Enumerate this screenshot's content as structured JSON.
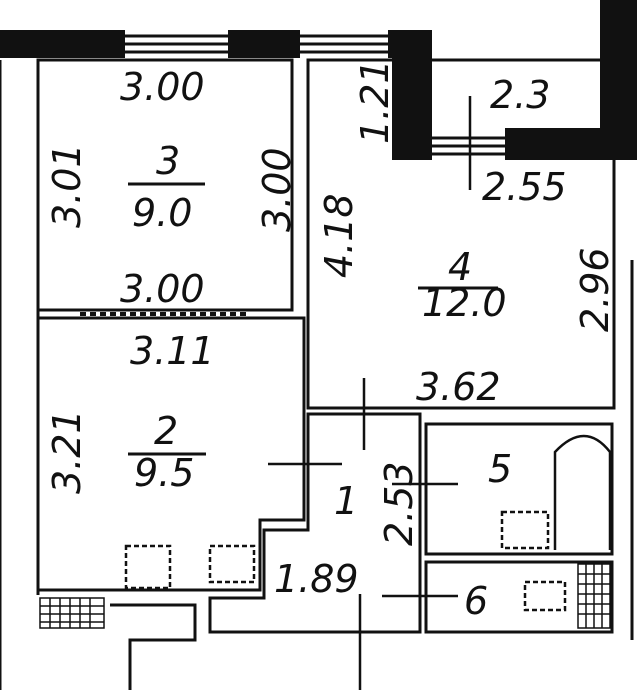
{
  "colors": {
    "ink": "#111111",
    "paper": "#ffffff"
  },
  "rooms": [
    {
      "number": "3",
      "area": "9.0"
    },
    {
      "number": "2",
      "area": "9.5"
    },
    {
      "number": "4",
      "area": "12.0"
    },
    {
      "number": "1"
    },
    {
      "number": "5"
    },
    {
      "number": "6"
    }
  ],
  "dimensions": {
    "room3_top": "3.00",
    "room3_left": "3.01",
    "room3_right": "3.00",
    "room3_bottom": "3.00",
    "room2_top": "3.11",
    "room2_left": "3.21",
    "room4_left": "4.18",
    "room4_right": "2.96",
    "room4_bottom": "3.62",
    "balcony_left": "1.21",
    "balcony_top": "2.3",
    "balcony_bottom": "2.55",
    "hall_width": "1.89",
    "hall_length": "2.53"
  }
}
